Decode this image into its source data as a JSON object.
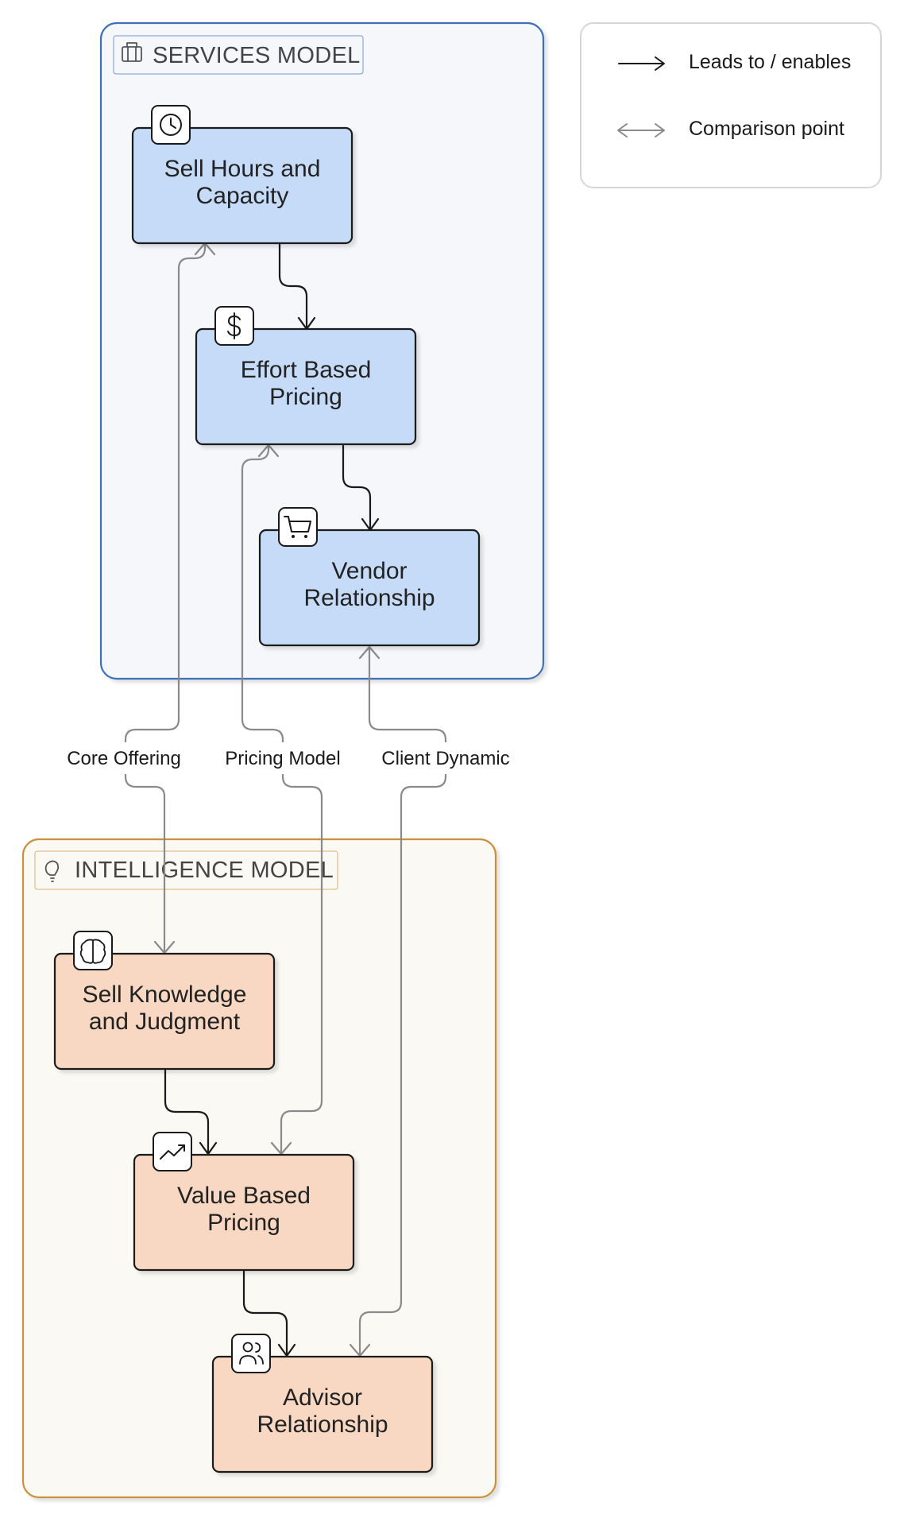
{
  "colors": {
    "services_group_stroke": "#3d6fb8",
    "services_group_fill": "#f5f7fb",
    "intelligence_group_stroke": "#c9903c",
    "intelligence_group_fill": "#fbf9f4",
    "services_node_fill": "#c6dbf7",
    "intelligence_node_fill": "#f8d8c2",
    "node_stroke": "#1a1a1a",
    "flow_arrow": "#1a1a1a",
    "comparison_arrow": "#8a8a8a"
  },
  "groups": {
    "services": {
      "label": "SERVICES MODEL",
      "icon": "briefcase-icon"
    },
    "intelligence": {
      "label": "INTELLIGENCE MODEL",
      "icon": "lightbulb-icon"
    }
  },
  "nodes": {
    "sell_hours": {
      "line1": "Sell Hours and",
      "line2": "Capacity",
      "icon": "clock-icon"
    },
    "effort_pricing": {
      "line1": "Effort Based",
      "line2": "Pricing",
      "icon": "dollar-icon"
    },
    "vendor": {
      "line1": "Vendor",
      "line2": "Relationship",
      "icon": "cart-icon"
    },
    "sell_knowledge": {
      "line1": "Sell Knowledge",
      "line2": "and Judgment",
      "icon": "brain-icon"
    },
    "value_pricing": {
      "line1": "Value Based",
      "line2": "Pricing",
      "icon": "trending-up-icon"
    },
    "advisor": {
      "line1": "Advisor",
      "line2": "Relationship",
      "icon": "users-icon"
    }
  },
  "comparisons": {
    "core_offering": "Core Offering",
    "pricing_model": "Pricing Model",
    "client_dynamic": "Client Dynamic"
  },
  "legend": {
    "leads_to": "Leads to / enables",
    "comparison": "Comparison point"
  }
}
